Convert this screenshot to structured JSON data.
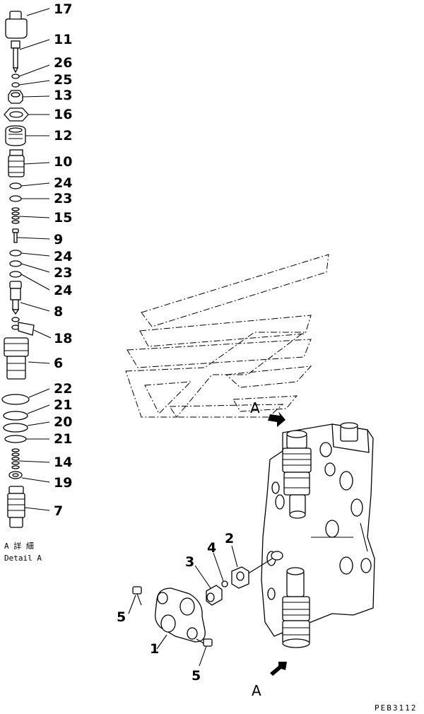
{
  "detail": {
    "label_ja": "A 詳 細",
    "label_en": "Detail A"
  },
  "drawing_code": "PEB3112",
  "view_marker": "A",
  "callouts": {
    "p17": "17",
    "p11": "11",
    "p26": "26",
    "p25": "25",
    "p13": "13",
    "p16": "16",
    "p12": "12",
    "p10": "10",
    "p24a": "24",
    "p23a": "23",
    "p15": "15",
    "p9": "9",
    "p24b": "24",
    "p23b": "23",
    "p24c": "24",
    "p8": "8",
    "p18": "18",
    "p6": "6",
    "p22": "22",
    "p21a": "21",
    "p20": "20",
    "p21b": "21",
    "p14": "14",
    "p19": "19",
    "p7": "7",
    "p2": "2",
    "p4": "4",
    "p3": "3",
    "p5a": "5",
    "p1": "1",
    "p5b": "5"
  }
}
